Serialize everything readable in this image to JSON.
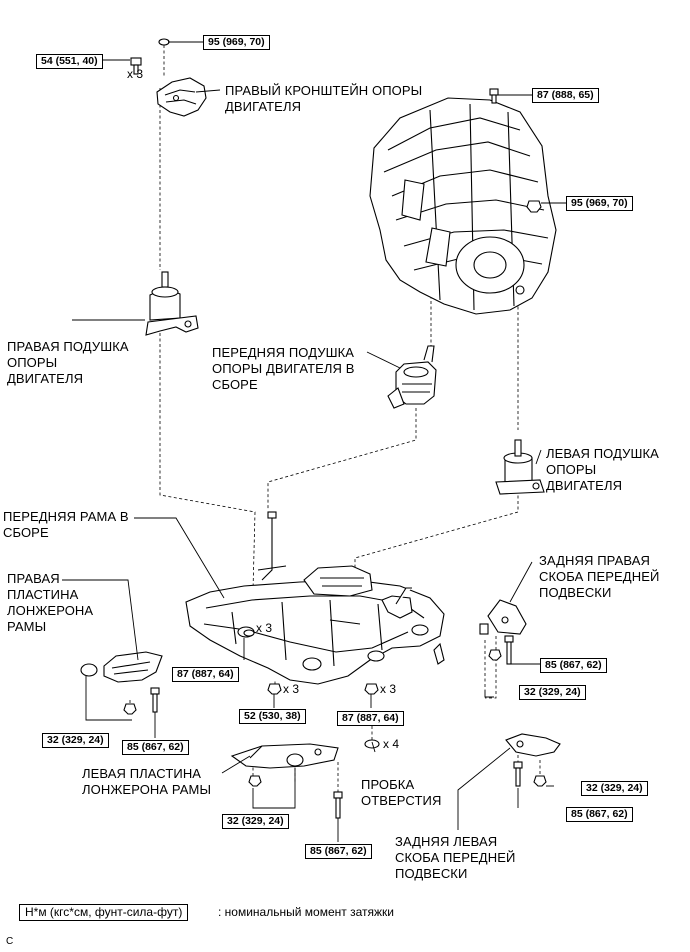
{
  "labels": {
    "right_bracket": [
      "ПРАВЫЙ КРОНШТЕЙН ОПОРЫ",
      "ДВИГАТЕЛЯ"
    ],
    "right_insulator": [
      "ПРАВАЯ ПОДУШКА",
      "ОПОРЫ",
      "ДВИГАТЕЛЯ"
    ],
    "front_insulator": [
      "ПЕРЕДНЯЯ ПОДУШКА",
      "ОПОРЫ ДВИГАТЕЛЯ В",
      "СБОРЕ"
    ],
    "left_insulator": [
      "ЛЕВАЯ ПОДУШКА",
      "ОПОРЫ",
      "ДВИГАТЕЛЯ"
    ],
    "front_frame": [
      "ПЕРЕДНЯЯ РАМА В",
      "СБОРЕ"
    ],
    "right_side_plate": [
      "ПРАВАЯ",
      "ПЛАСТИНА",
      "ЛОНЖЕРОНА",
      "РАМЫ"
    ],
    "rear_right_brace": [
      "ЗАДНЯЯ ПРАВАЯ",
      "СКОБА ПЕРЕДНЕЙ",
      "ПОДВЕСКИ"
    ],
    "left_side_plate": [
      "ЛЕВАЯ ПЛАСТИНА",
      "ЛОНЖЕРОНА РАМЫ"
    ],
    "hole_plug": [
      "ПРОБКА",
      "ОТВЕРСТИЯ"
    ],
    "rear_left_brace": [
      "ЗАДНЯЯ ЛЕВАЯ",
      "СКОБА ПЕРЕДНЕЙ",
      "ПОДВЕСКИ"
    ]
  },
  "torques": {
    "t_top_nut": "95 (969, 70)",
    "t_bracket_bolts": "54 (551, 40)",
    "t_engine_bolt": "87 (888, 65)",
    "t_engine_nut": "95 (969, 70)",
    "t_frame_left": "87 (887, 64)",
    "t_frame_mid": "52 (530, 38)",
    "t_frame_right": "87 (887, 64)",
    "t_rr_brace_bolt": "85 (867, 62)",
    "t_rr_brace_nut": "32 (329, 24)",
    "t_rsp_nut": "32 (329, 24)",
    "t_rsp_bolt": "85 (867, 62)",
    "t_lsp_nut": "32 (329, 24)",
    "t_lsp_bolt": "85 (867, 62)",
    "t_rl_brace_nut": "32 (329, 24)",
    "t_rl_brace_bolt": "85 (867, 62)"
  },
  "multipliers": {
    "bracket_bolts": "x 3",
    "frame_left": "x 3",
    "frame_mid": "x 3",
    "frame_right": "x 3",
    "plugs": "x 4"
  },
  "legend": {
    "unit": "Н*м (кгс*см, фунт-сила-фут)",
    "description": ": номинальный момент затяжки"
  },
  "figure_id": "C"
}
